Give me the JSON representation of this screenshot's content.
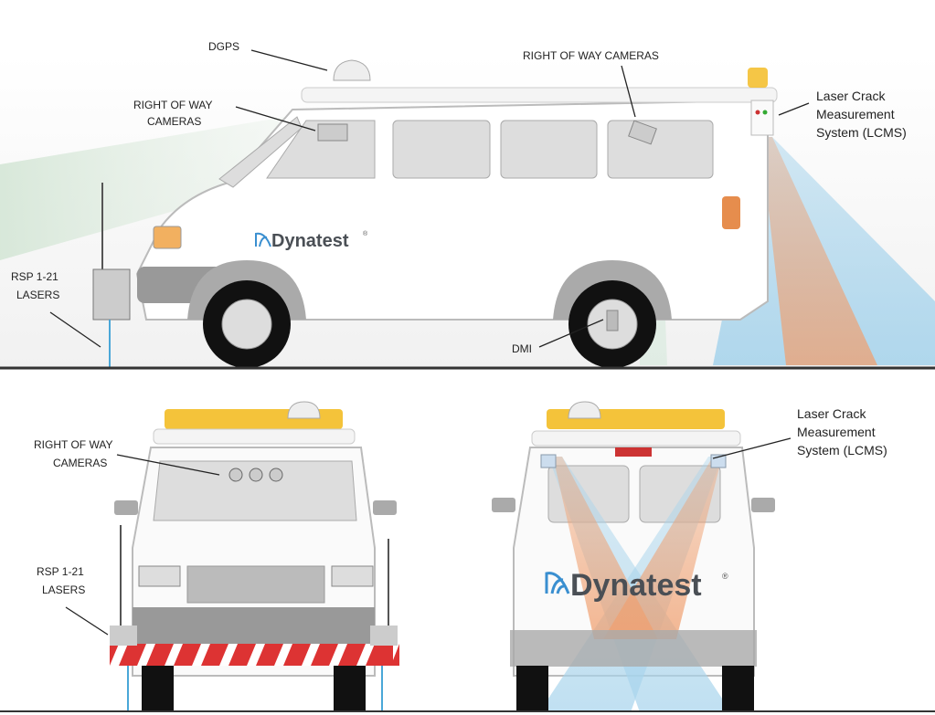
{
  "labels": {
    "dgps": "DGPS",
    "row_cameras_side_front": [
      "RIGHT OF WAY",
      "CAMERAS"
    ],
    "row_cameras_side_rear": "RIGHT OF WAY CAMERAS",
    "lcms_side": [
      "Laser Crack",
      "Measurement",
      "System (LCMS)"
    ],
    "rsp_side": [
      "RSP 1-21",
      "LASERS"
    ],
    "dmi": "DMI",
    "row_cameras_front": [
      "RIGHT OF WAY",
      "CAMERAS"
    ],
    "rsp_front": [
      "RSP 1-21",
      "LASERS"
    ],
    "lcms_rear": [
      "Laser Crack",
      "Measurement",
      "System (LCMS)"
    ]
  },
  "logo": {
    "brand": "Dynatest",
    "mark": "®"
  },
  "colors": {
    "logo_blue": "#3a8fd0",
    "beacon": "#f2b818",
    "laser_orange": "#f0a070",
    "laser_blue": "#a8d4ec",
    "camera_green": "#cfe3d3"
  }
}
